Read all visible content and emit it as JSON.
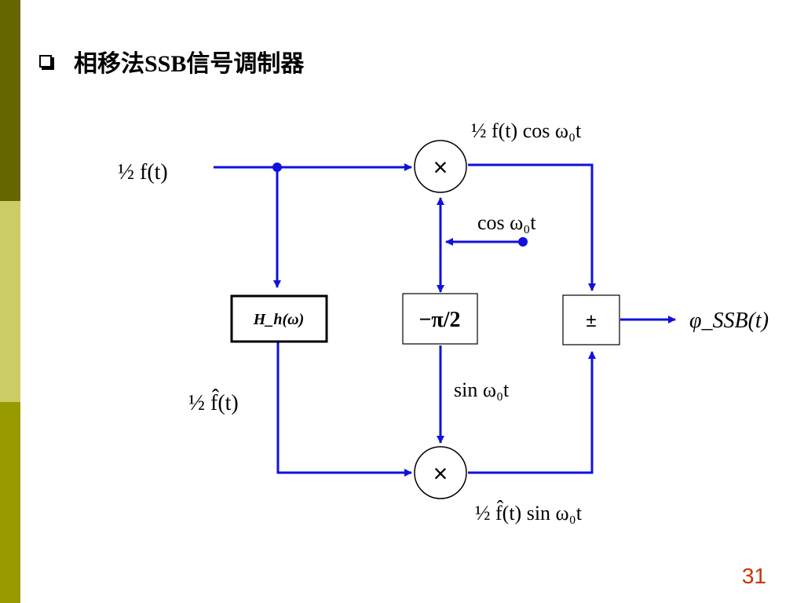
{
  "title": "相移法SSB信号调制器",
  "page_number": "31",
  "colors": {
    "wire": "#1111dd",
    "sidebar_dark": "#666600",
    "sidebar_light": "#cccc66",
    "sidebar_mid": "#999900",
    "page_number": "#cc3300"
  },
  "blocks": {
    "hilbert": "H_h(ω)",
    "phase_shift": "−π/2",
    "adder": "±",
    "multiplier": "×"
  },
  "labels": {
    "input": "½ f(t)",
    "upper_product": "½ f(t) cos ω₀t",
    "carrier_cos": "cos ω₀t",
    "hilbert_output": "½ f̂(t)",
    "carrier_sin": "sin ω₀t",
    "lower_product": "½ f̂(t) sin ω₀t",
    "output": "φ_SSB(t)"
  },
  "icons": {
    "bullet": "hollow-square-bullet-icon"
  }
}
